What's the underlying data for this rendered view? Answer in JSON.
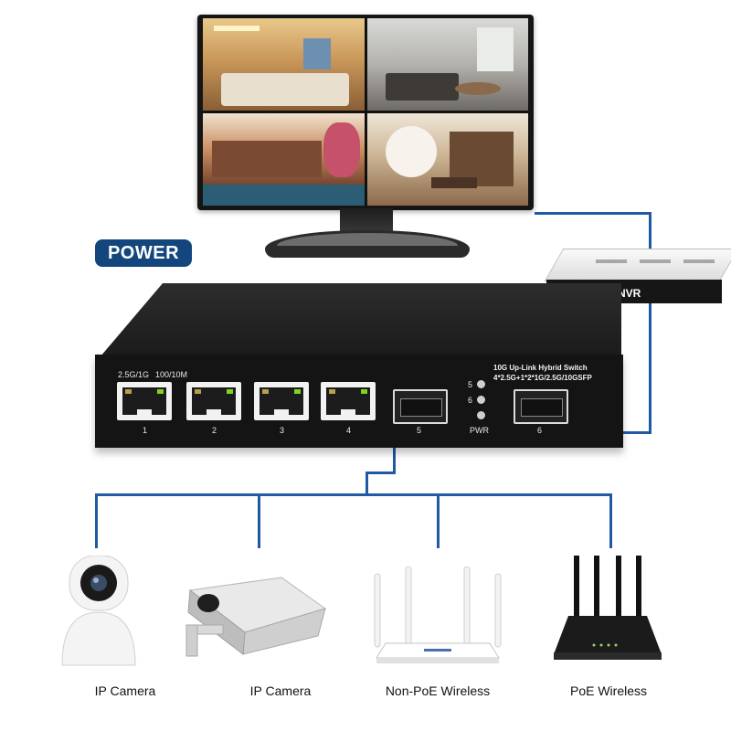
{
  "badges": {
    "power": "POWER"
  },
  "nvr": {
    "label": "NVR"
  },
  "switch": {
    "model_line1": "10G Up-Link Hybrid Switch",
    "model_line2": "4*2.5G+1*2*1G/2.5G/10GSFP",
    "speed_label_left": "2.5G/1G",
    "speed_label_right": "100/10M",
    "ports": [
      "1",
      "2",
      "3",
      "4",
      "5",
      "6"
    ],
    "status_leds": [
      "5",
      "6"
    ],
    "pwr_label": "PWR"
  },
  "devices": [
    {
      "label": "IP Camera",
      "icon": "dome-camera-icon"
    },
    {
      "label": "IP Camera",
      "icon": "bullet-camera-icon"
    },
    {
      "label": "Non-PoE Wireless",
      "icon": "white-router-icon"
    },
    {
      "label": "PoE Wireless",
      "icon": "black-router-icon"
    }
  ],
  "colors": {
    "line": "#1f5aa3",
    "badge": "#12467d",
    "switch": "#141414"
  }
}
